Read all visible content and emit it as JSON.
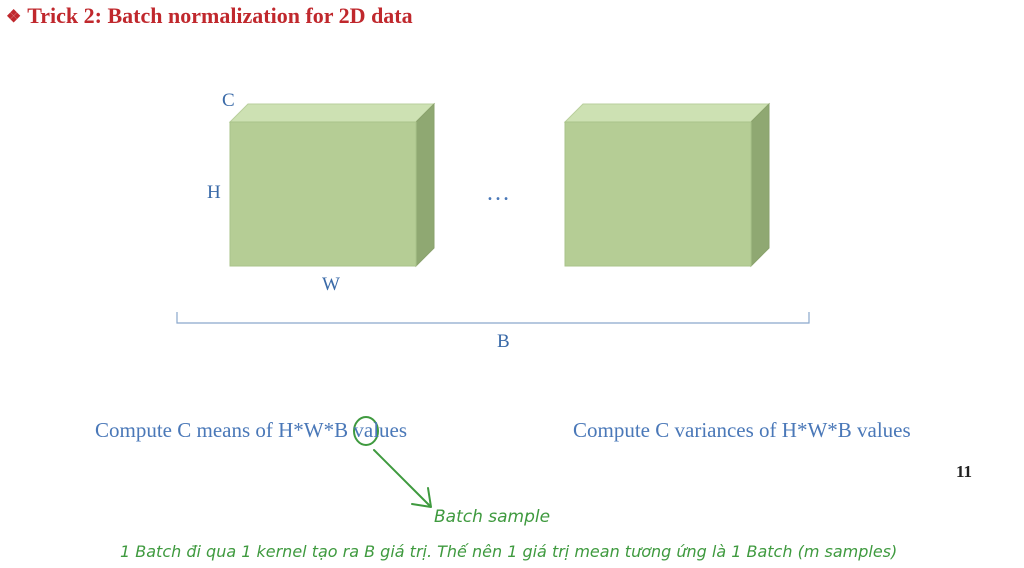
{
  "slide": {
    "title": "Trick 2: Batch normalization for 2D data",
    "bullet_icon": "four-diamond-bullet-icon",
    "page_number": "11"
  },
  "diagram": {
    "label_c": "C",
    "label_h": "H",
    "label_w": "W",
    "label_b": "B",
    "ellipsis": "…",
    "cube_front_color": "#b5cd95",
    "cube_top_color": "#cde1b3",
    "cube_side_color": "#8fa872",
    "label_color": "#3a6aa8"
  },
  "captions": {
    "means_before": "Compute C means of H*W*",
    "means_circled": "B",
    "means_after": " values",
    "variances": "Compute C variances of H*W*B values"
  },
  "annotation": {
    "arrow_label": "Batch sample",
    "note": "1 Batch đi qua 1 kernel tạo ra B giá trị. Thế nên 1 giá trị mean tương ứng là 1 Batch (m samples)",
    "ink_color": "#3f9a3f"
  }
}
